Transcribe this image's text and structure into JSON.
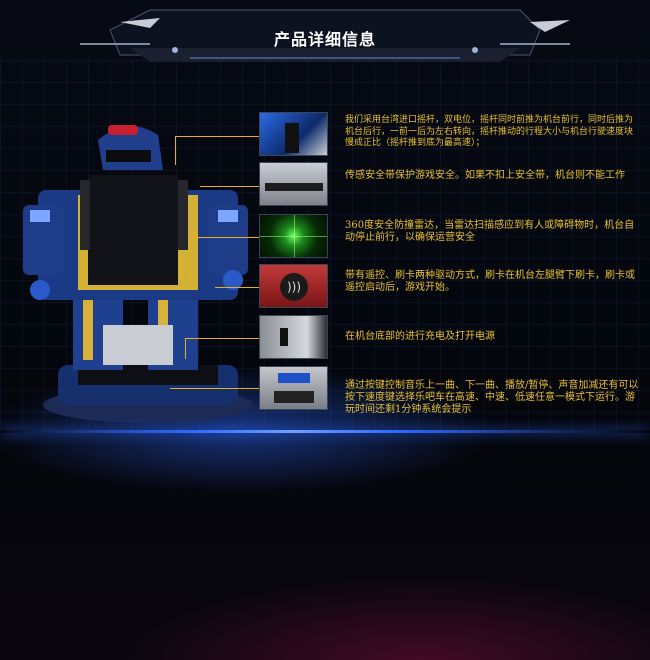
{
  "header": {
    "title": "产品详细信息"
  },
  "features": [
    {
      "icon": "joystick-photo",
      "text": "我们采用台湾进口摇杆，双电位，摇杆同时前推为机台前行，同时后推为机台后行，一前一后为左右转向，摇杆推动的行程大小与机台行驶速度块慢成正比（摇杆推到底为最高速）；"
    },
    {
      "icon": "seatbelt-photo",
      "text": "传感安全带保护游戏安全。如果不扣上安全带，机台则不能工作"
    },
    {
      "icon": "radar-photo",
      "text": "360度安全防撞雷达，当雷达扫描感应到有人或障碍物时，机台自动停止前行，以确保运营安全"
    },
    {
      "icon": "card-reader-photo",
      "text": "带有遥控、刷卡两种驱动方式，刷卡在机台左腿臂下刷卡，刷卡或遥控启动后，游戏开始。"
    },
    {
      "icon": "power-switch-photo",
      "text": "在机台底部的进行充电及打开电源"
    },
    {
      "icon": "control-panel-photo",
      "text": "通过按键控制音乐上一曲、下一曲、播放/暂停、声音加减还有可以按下速度键选择乐吧车在高速、中速、低速任意一模式下运行。游玩时间还剩1分钟系统会提示"
    }
  ],
  "colors": {
    "accent": "#e8c033",
    "background": "#05070d",
    "glow": "#2f6bff"
  }
}
